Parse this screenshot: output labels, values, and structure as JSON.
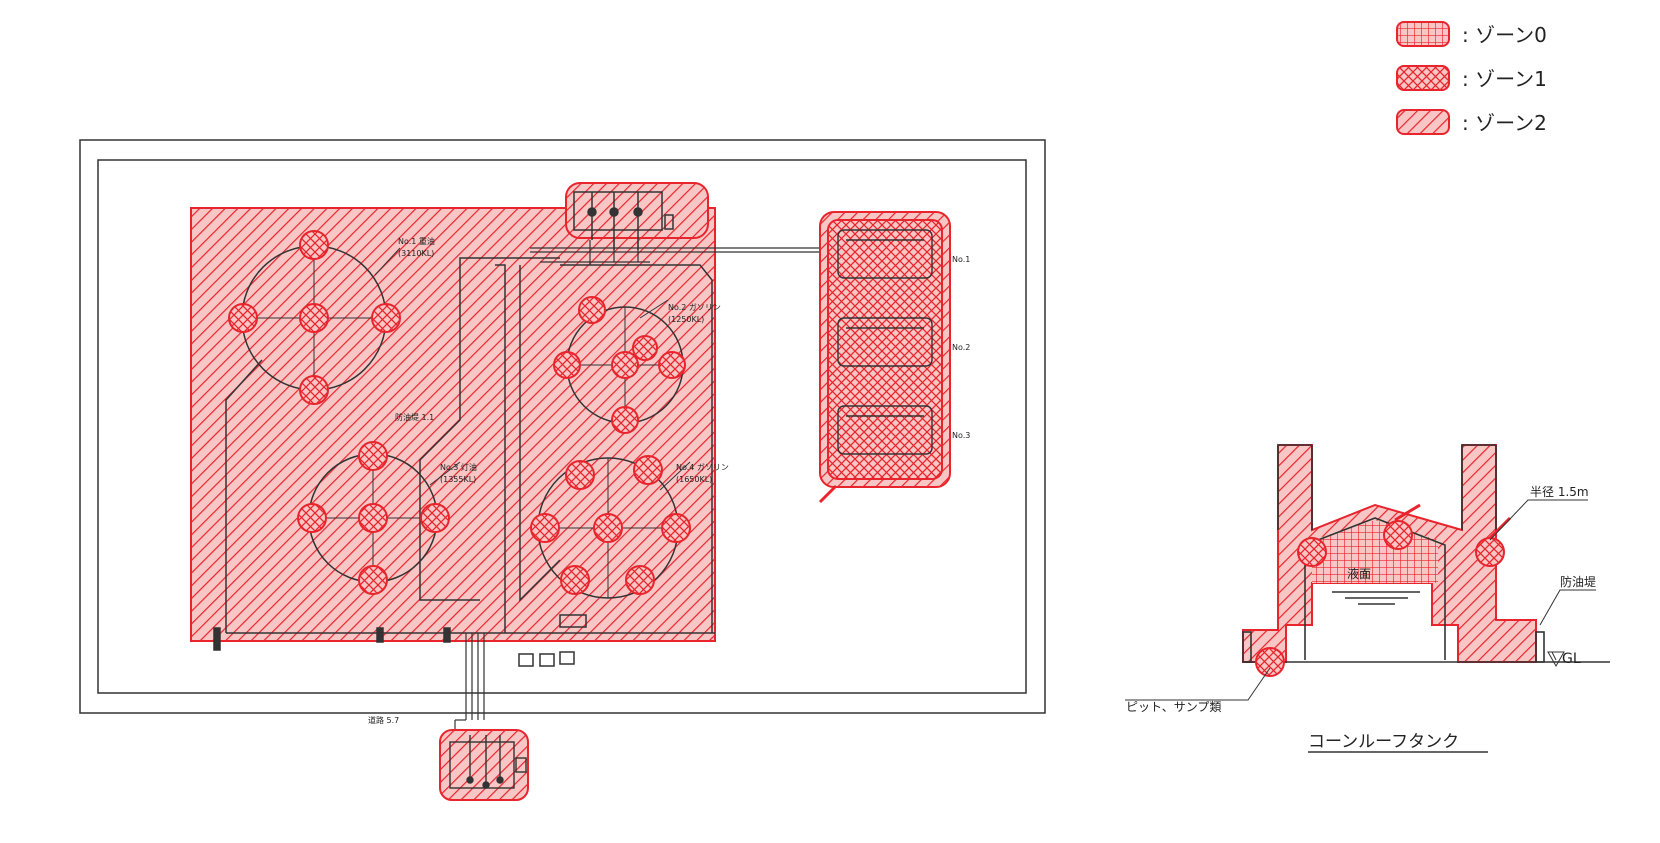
{
  "colors": {
    "zone_red": "#e8242c",
    "zone_fill": "#f7b8b8",
    "line": "#222222"
  },
  "legend": [
    {
      "pattern": "grid",
      "label": ": ゾーン0"
    },
    {
      "pattern": "cross",
      "label": ": ゾーン1"
    },
    {
      "pattern": "hatch",
      "label": ": ゾーン2"
    }
  ],
  "plan": {
    "tanks": [
      {
        "label": "No.1 重油",
        "capacity": "(3110KL)"
      },
      {
        "label": "No.2 ガソリン",
        "capacity": "(1250KL)"
      },
      {
        "label": "No.3 灯油",
        "capacity": "(1355KL)"
      },
      {
        "label": "No.4 ガソリン",
        "capacity": "(1650KL)"
      }
    ],
    "yard_label": "防油堤 1.1",
    "lane_labels": [
      "No.1",
      "No.2",
      "No.3"
    ],
    "bottom_label": "道路 5.7"
  },
  "section": {
    "title": "コーンルーフタンク",
    "radius_label": "半径 1.5m",
    "liquid_label": "液面",
    "dike_label": "防油堤",
    "gl_label": "GL",
    "pit_label": "ピット、サンプ類"
  }
}
